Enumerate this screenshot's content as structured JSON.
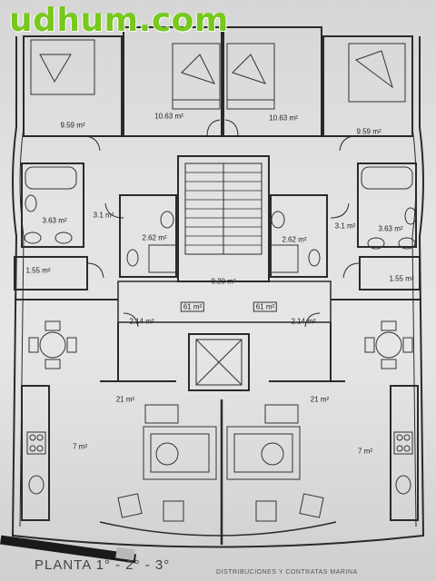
{
  "watermark": "udhum.com",
  "title": "PLANTA 1° - 2° - 3°",
  "caption": "DISTRIBUCIONES Y CONTRATAS MARINA",
  "areas": {
    "bedroom_outer_left": "9.59 m²",
    "bedroom_inner_left": "10.63 m²",
    "bedroom_inner_right": "10.63 m²",
    "bedroom_outer_right": "9.59 m²",
    "bath_left": "3.63 m²",
    "bath_right": "3.63 m²",
    "hall_left": "3.1 m²",
    "hall_right": "3.1 m²",
    "toilet_left": "2.62 m²",
    "toilet_right": "2.62 m²",
    "landing": "9.20 m²",
    "storage_left": "1.55 m²",
    "storage_right": "1.55 m²",
    "entry_left": "2.14 m²",
    "entry_right": "2.14 m²",
    "duct_left": "61 m²",
    "duct_right": "61 m²",
    "living_left": "21 m²",
    "living_right": "21 m²",
    "kitchen_left": "7 m²",
    "kitchen_right": "7 m²"
  },
  "colors": {
    "ink": "#2a2a2a",
    "paper": "#e2e2e2",
    "watermark": "#78c81e"
  },
  "icons": [
    "bed-icon",
    "bathtub-icon",
    "toilet-icon",
    "sink-icon",
    "shower-icon",
    "dining-table-icon",
    "sofa-icon",
    "armchair-icon",
    "stove-icon",
    "elevator-icon",
    "stairs-icon"
  ]
}
